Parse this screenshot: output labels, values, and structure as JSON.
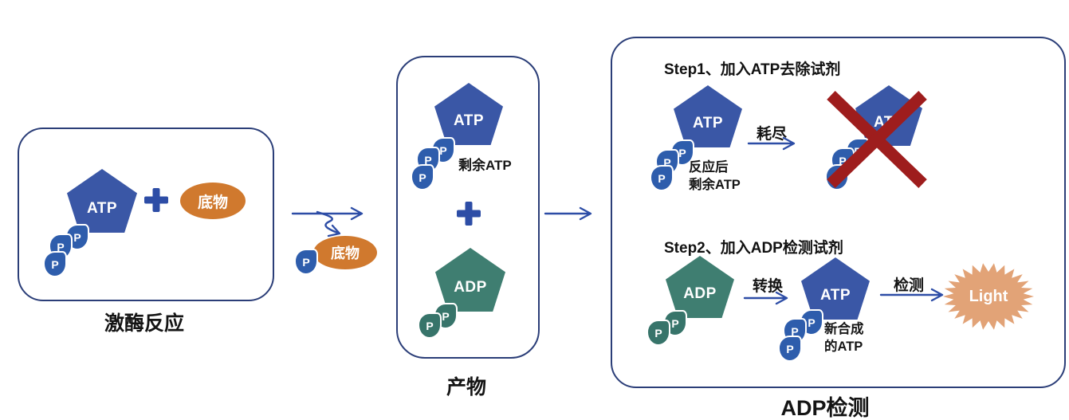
{
  "labels": {
    "p": "P",
    "atp": "ATP",
    "adp": "ADP",
    "substrate": "底物",
    "light": "Light"
  },
  "stage1": {
    "caption": "激酶反应"
  },
  "stage2": {
    "caption": "产物",
    "remaining_atp": "剩余ATP"
  },
  "stage3": {
    "caption": "ADP检测",
    "step1_title": "Step1、加入ATP去除试剂",
    "step1_arrow_label": "耗尽",
    "step1_caption_line1": "反应后",
    "step1_caption_line2": "剩余ATP",
    "step2_title": "Step2、加入ADP检测试剂",
    "step2_arrow_label": "转换",
    "step2_caption_line1": "新合成",
    "step2_caption_line2": "的ATP",
    "step2_detect_label": "检测"
  },
  "colors": {
    "atp_blue": "#3a57a6",
    "adp_teal": "#3f7e71",
    "phosphate_blue": "#2e5dac",
    "phosphate_teal": "#37746a",
    "substrate_orange": "#d0792e",
    "cross_red": "#9e1d1d",
    "light_burst": "#e2a377",
    "box_border": "#2b3e78",
    "arrow_blue": "#2d4da6"
  }
}
